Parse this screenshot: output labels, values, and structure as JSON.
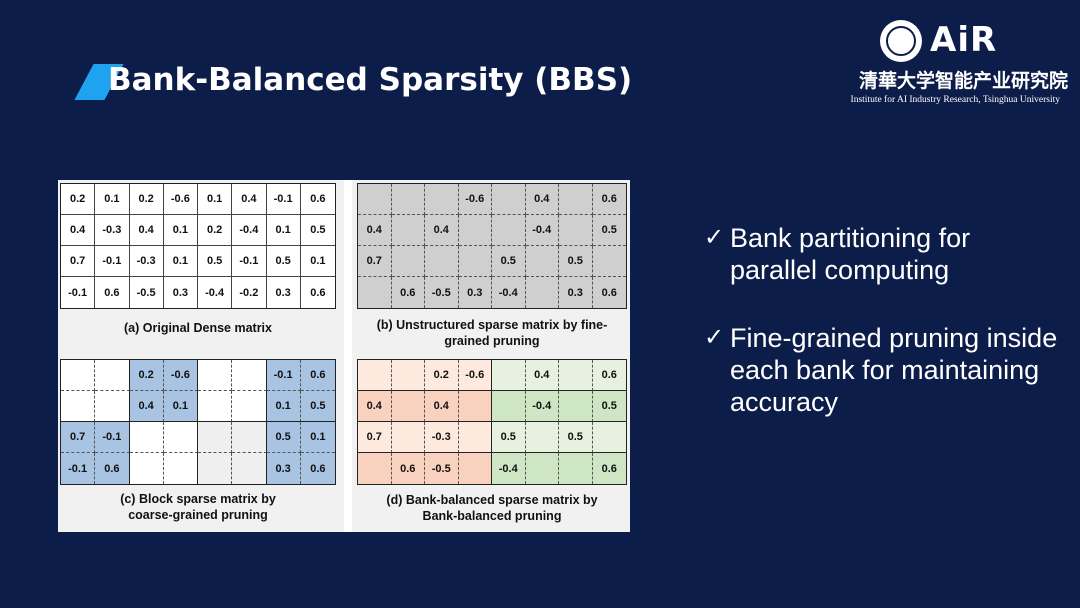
{
  "slide": {
    "title": "Bank-Balanced Sparsity (BBS)",
    "logo_text": "AiR",
    "institute_cn": "清華大学智能产业研究院",
    "institute_en": "Institute for AI Industry Research, Tsinghua University",
    "check_icon": "check-icon",
    "bullets": [
      "Bank partitioning for parallel computing",
      "Fine-grained pruning inside each bank for maintaining accuracy"
    ]
  },
  "figure": {
    "colors": {
      "grey": "#cfcfcf",
      "light_grey": "#efefef",
      "blue": "#a8c4e2",
      "orange": "#f9d2bf",
      "light_orange": "#fde9dd",
      "green": "#cfe6c4",
      "light_green": "#e6f2df"
    },
    "panels": [
      {
        "caption": "(a) Original Dense matrix",
        "cells": [
          [
            "0.2",
            "0.1",
            "0.2",
            "-0.6",
            "0.1",
            "0.4",
            "-0.1",
            "0.6"
          ],
          [
            "0.4",
            "-0.3",
            "0.4",
            "0.1",
            "0.2",
            "-0.4",
            "0.1",
            "0.5"
          ],
          [
            "0.7",
            "-0.1",
            "-0.3",
            "0.1",
            "0.5",
            "-0.1",
            "0.5",
            "0.1"
          ],
          [
            "-0.1",
            "0.6",
            "-0.5",
            "0.3",
            "-0.4",
            "-0.2",
            "0.3",
            "0.6"
          ]
        ]
      },
      {
        "caption": "(b) Unstructured sparse matrix by fine-grained pruning",
        "cells": [
          [
            "",
            "",
            "",
            "-0.6",
            "",
            "0.4",
            "",
            "0.6"
          ],
          [
            "0.4",
            "",
            "0.4",
            "",
            "",
            "-0.4",
            "",
            "0.5"
          ],
          [
            "0.7",
            "",
            "",
            "",
            "0.5",
            "",
            "0.5",
            ""
          ],
          [
            "",
            "0.6",
            "-0.5",
            "0.3",
            "-0.4",
            "",
            "0.3",
            "0.6"
          ]
        ]
      },
      {
        "caption": "(c) Block sparse matrix by coarse-grained pruning",
        "cells": [
          [
            "",
            "",
            "0.2",
            "-0.6",
            "",
            "",
            "-0.1",
            "0.6"
          ],
          [
            "",
            "",
            "0.4",
            "0.1",
            "",
            "",
            "0.1",
            "0.5"
          ],
          [
            "0.7",
            "-0.1",
            "",
            "",
            "",
            "",
            "0.5",
            "0.1"
          ],
          [
            "-0.1",
            "0.6",
            "",
            "",
            "",
            "",
            "0.3",
            "0.6"
          ]
        ]
      },
      {
        "caption": "(d) Bank-balanced sparse matrix by Bank-balanced pruning",
        "cells": [
          [
            "",
            "",
            "0.2",
            "-0.6",
            "",
            "0.4",
            "",
            "0.6"
          ],
          [
            "0.4",
            "",
            "0.4",
            "",
            "",
            "-0.4",
            "",
            "0.5"
          ],
          [
            "0.7",
            "",
            "-0.3",
            "",
            "0.5",
            "",
            "0.5",
            ""
          ],
          [
            "",
            "0.6",
            "-0.5",
            "",
            "-0.4",
            "",
            "",
            "0.6"
          ]
        ]
      }
    ]
  }
}
